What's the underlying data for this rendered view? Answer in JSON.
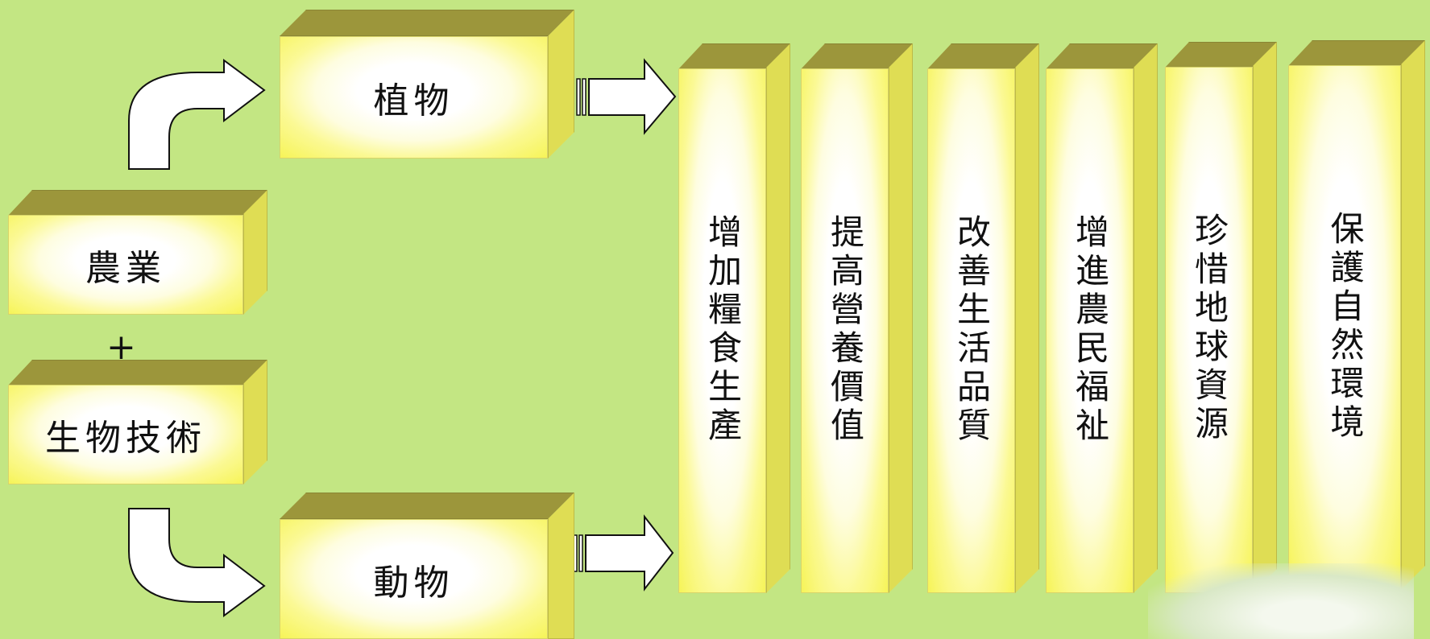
{
  "left_boxes": {
    "agriculture": "農業",
    "plus": "+",
    "biotech": "生物技術"
  },
  "middle_boxes": {
    "plants": "植物",
    "animals": "動物"
  },
  "columns": [
    "增加糧食生產",
    "提高營養價值",
    "改善生活品質",
    "增進農民福祉",
    "珍惜地球資源",
    "保護自然環境"
  ],
  "colors": {
    "background": "#c3e683",
    "box_top": "#9c963b",
    "box_side": "#dfdd54",
    "box_face_center": "#ffffff",
    "box_face_edge": "#f6f458"
  }
}
